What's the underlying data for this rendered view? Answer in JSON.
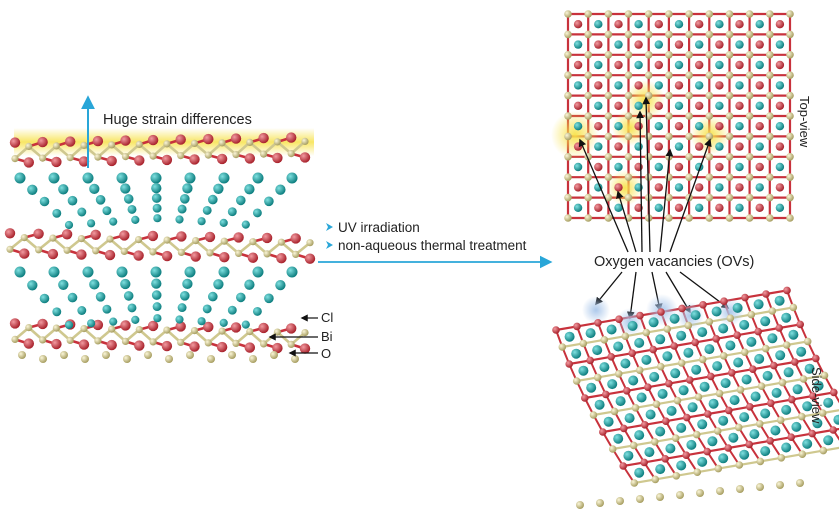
{
  "labels": {
    "strain": "Huge strain differences",
    "process_1": "UV irradiation",
    "process_2": "non-aqueous thermal treatment",
    "ovs": "Oxygen vacancies (OVs)",
    "top_view": "Top-view",
    "side_view": "Side-view",
    "legend_cl": "Cl",
    "legend_bi": "Bi",
    "legend_o": "O"
  },
  "colors": {
    "cl": "#1a9a9a",
    "bi": "#cc3b45",
    "o": "#d6cf9a",
    "bond_red": "#c8323c",
    "bond_tan": "#cfc88f",
    "arrow_blue": "#29a6d8",
    "glow_yellow": "#f7e24a",
    "glow_blue": "#a9c6ea"
  },
  "icons": {
    "bullet": "chevron-right-icon"
  }
}
